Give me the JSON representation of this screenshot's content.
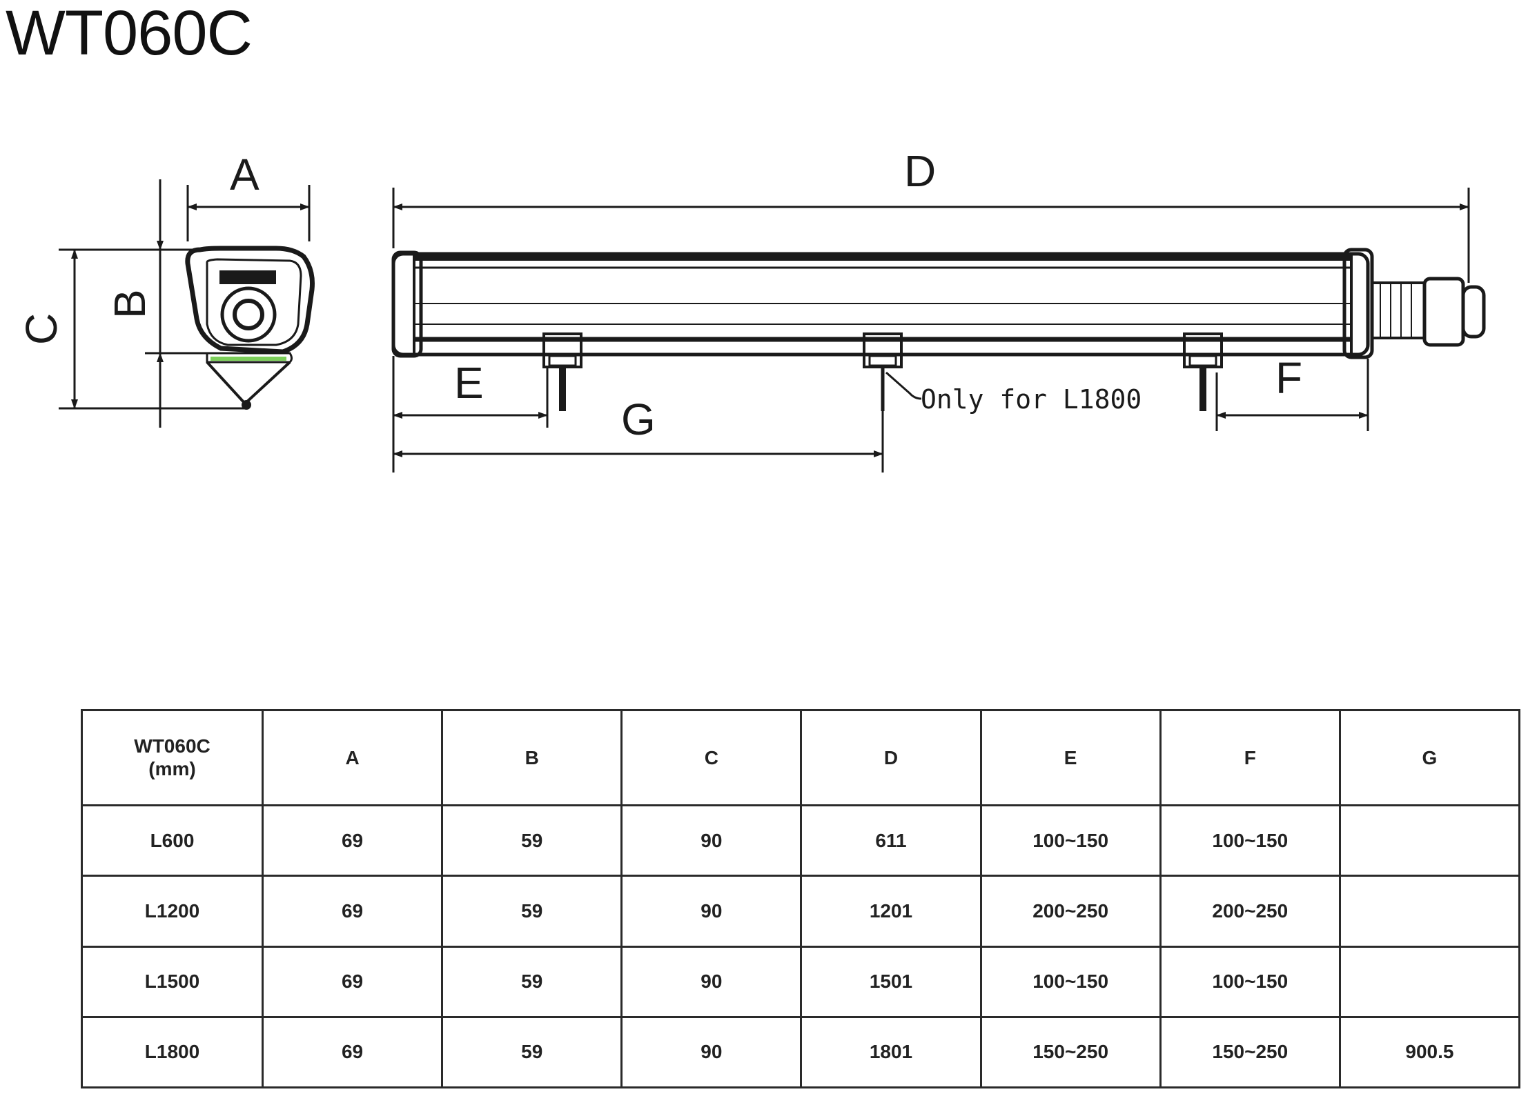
{
  "title": "WT060C",
  "diagram": {
    "dimension_labels": {
      "A": "A",
      "B": "B",
      "C": "C",
      "D": "D",
      "E": "E",
      "F": "F",
      "G": "G"
    },
    "note": "Only for L1800"
  },
  "table": {
    "corner": [
      "WT060C",
      "(mm)"
    ],
    "columns": [
      "A",
      "B",
      "C",
      "D",
      "E",
      "F",
      "G"
    ],
    "rows": [
      {
        "model": "L600",
        "values": [
          "69",
          "59",
          "90",
          "611",
          "100~150",
          "100~150",
          ""
        ]
      },
      {
        "model": "L1200",
        "values": [
          "69",
          "59",
          "90",
          "1201",
          "200~250",
          "200~250",
          ""
        ]
      },
      {
        "model": "L1500",
        "values": [
          "69",
          "59",
          "90",
          "1501",
          "100~150",
          "100~150",
          ""
        ]
      },
      {
        "model": "L1800",
        "values": [
          "69",
          "59",
          "90",
          "1801",
          "150~250",
          "150~250",
          "900.5"
        ]
      }
    ]
  },
  "colors": {
    "line": "#1a1a1a",
    "lens_accent": "#7ccf5a"
  }
}
